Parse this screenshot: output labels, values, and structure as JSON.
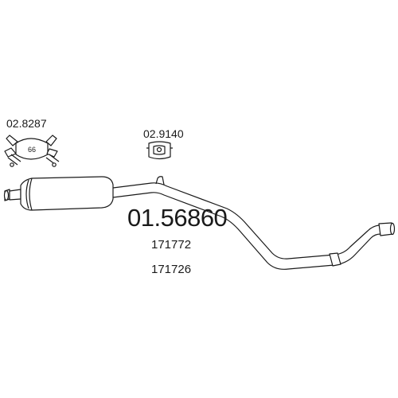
{
  "diagram": {
    "main_part_number": "01.56860",
    "reference_numbers": [
      "171772",
      "171726"
    ],
    "components": [
      {
        "part_number": "02.8287",
        "kind": "clamp",
        "size_label": "66"
      },
      {
        "part_number": "02.9140",
        "kind": "rubber-hanger"
      }
    ],
    "line_color": "#1a1a1a"
  }
}
